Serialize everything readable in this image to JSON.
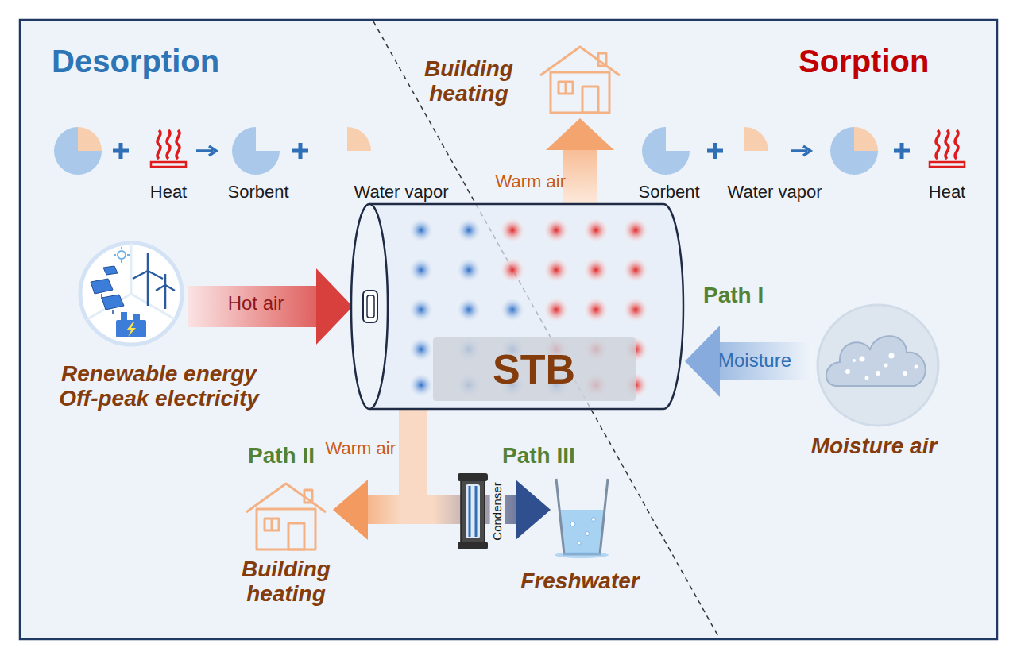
{
  "diagram": {
    "nodes": [
      {
        "text": [
          "Building heating"
        ]
      },
      {
        "text": [
          "Renewable energy Off-peak electricity"
        ]
      },
      {
        "text": [
          "STB"
        ]
      },
      {
        "text": [
          "Moisture air"
        ]
      },
      {
        "text": [
          "Building heating"
        ]
      },
      {
        "text": [
          "Freshwater"
        ]
      }
    ],
    "edges": [
      {
        "from": 2,
        "to": 0,
        "arrow": "to",
        "label": "Warm air"
      },
      {
        "from": 1,
        "to": 2,
        "arrow": "to",
        "label": "Hot air"
      },
      {
        "from": 3,
        "to": 2,
        "arrow": "to",
        "label": "Moisture"
      },
      {
        "from": 2,
        "to": 4,
        "arrow": "to",
        "label": "Warm air"
      },
      {
        "from": 2,
        "to": 5,
        "arrow": "to"
      }
    ],
    "labels": [
      "Desorption",
      "Sorption",
      "Heat",
      "Sorbent",
      "Water vapor",
      "Sorbent",
      "Water vapor",
      "Heat",
      "Path I",
      "Path II",
      "Path III",
      "Condenser"
    ]
  }
}
